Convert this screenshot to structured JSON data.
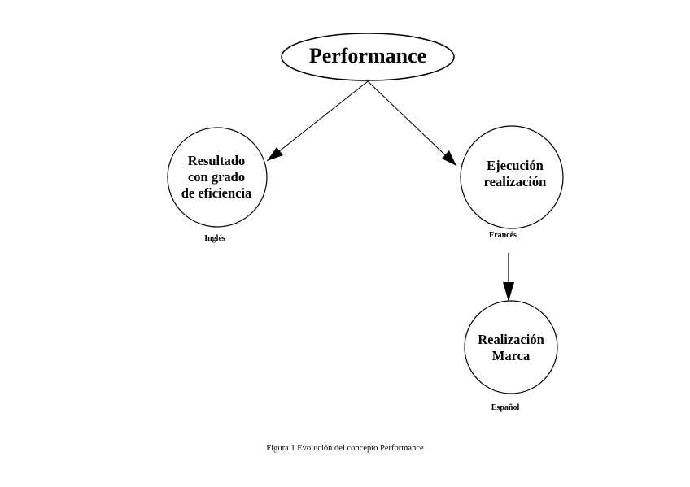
{
  "diagram": {
    "root": {
      "label": "Performance"
    },
    "nodes": [
      {
        "lines": [
          "Resultado",
          "con grado",
          "de eficiencia"
        ],
        "language": "Inglés"
      },
      {
        "lines": [
          "Ejecución",
          "realización"
        ],
        "language": "Francés"
      },
      {
        "lines": [
          "Realización",
          "Marca"
        ],
        "language": "Español"
      }
    ],
    "caption": "Figura 1 Evolución del concepto Performance"
  }
}
